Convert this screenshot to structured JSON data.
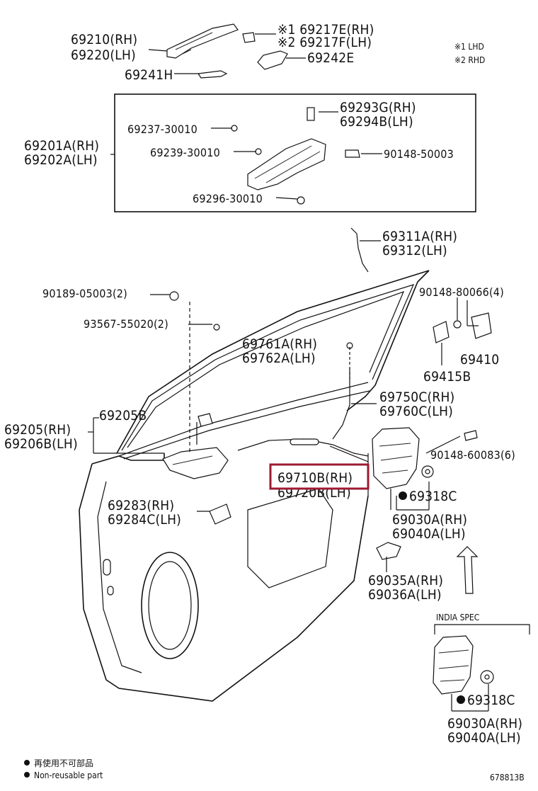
{
  "legend_top": {
    "note1": "※1 LHD",
    "note2": "※2 RHD"
  },
  "labels": {
    "p69210_rh": "69210(RH)",
    "p69220_lh": "69220(LH)",
    "p69217e_rh": "※1 69217E(RH)",
    "p69217f_lh": "※2 69217F(LH)",
    "p69242e": "69242E",
    "p69241h": "69241H",
    "p69293g_rh": "69293G(RH)",
    "p69294b_lh": "69294B(LH)",
    "p69237": "69237-30010",
    "p69239": "69239-30010",
    "p90148_50003": "90148-50003",
    "p69296": "69296-30010",
    "p69201a_rh": "69201A(RH)",
    "p69202a_lh": "69202A(LH)",
    "p69311a_rh": "69311A(RH)",
    "p69312_lh": "69312(LH)",
    "p90189": "90189-05003(2)",
    "p93567": "93567-55020(2)",
    "p90148_80066": "90148-80066(4)",
    "p69761a_rh": "69761A(RH)",
    "p69762a_lh": "69762A(LH)",
    "p69410": "69410",
    "p69415b": "69415B",
    "p69205b": "69205B",
    "p69750c_rh": "69750C(RH)",
    "p69760c_lh": "69760C(LH)",
    "p69205_rh": "69205(RH)",
    "p69206b_lh": "69206B(LH)",
    "p90148_60083": "90148-60083(6)",
    "p69710b_rh": "69710B(RH)",
    "p69720b_lh": "69720B(LH)",
    "p69318c": "69318C",
    "p69283_rh": "69283(RH)",
    "p69284c_lh": "69284C(LH)",
    "p69030a_rh": "69030A(RH)",
    "p69040a_lh": "69040A(LH)",
    "p69035a_rh": "69035A(RH)",
    "p69036a_lh": "69036A(LH)",
    "india_spec": "INDIA SPEC",
    "p69318c_2": "69318C",
    "p69030a_rh_2": "69030A(RH)",
    "p69040a_lh_2": "69040A(LH)"
  },
  "footer": {
    "legend_cn": "再使用不可部品",
    "legend_en": "Non-reusable part",
    "diagram_code": "678813B"
  },
  "highlight": {
    "part": "69710B(RH)",
    "color": "#9b1b30"
  }
}
